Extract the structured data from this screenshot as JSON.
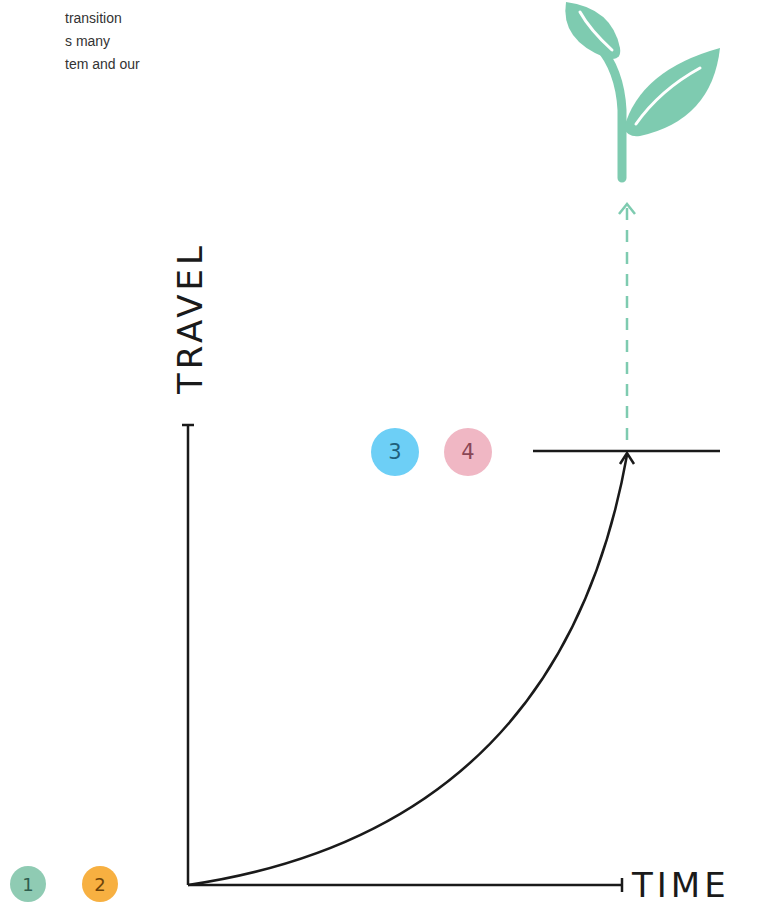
{
  "diagram": {
    "nodes": [
      {
        "text": [
          "3"
        ]
      },
      {
        "text": [
          "4"
        ]
      },
      {
        "text": [
          "1"
        ]
      },
      {
        "text": [
          "2"
        ]
      }
    ],
    "labels": [
      "transition",
      "s many",
      "tem and our",
      "TRAVEL",
      "TIME"
    ]
  }
}
